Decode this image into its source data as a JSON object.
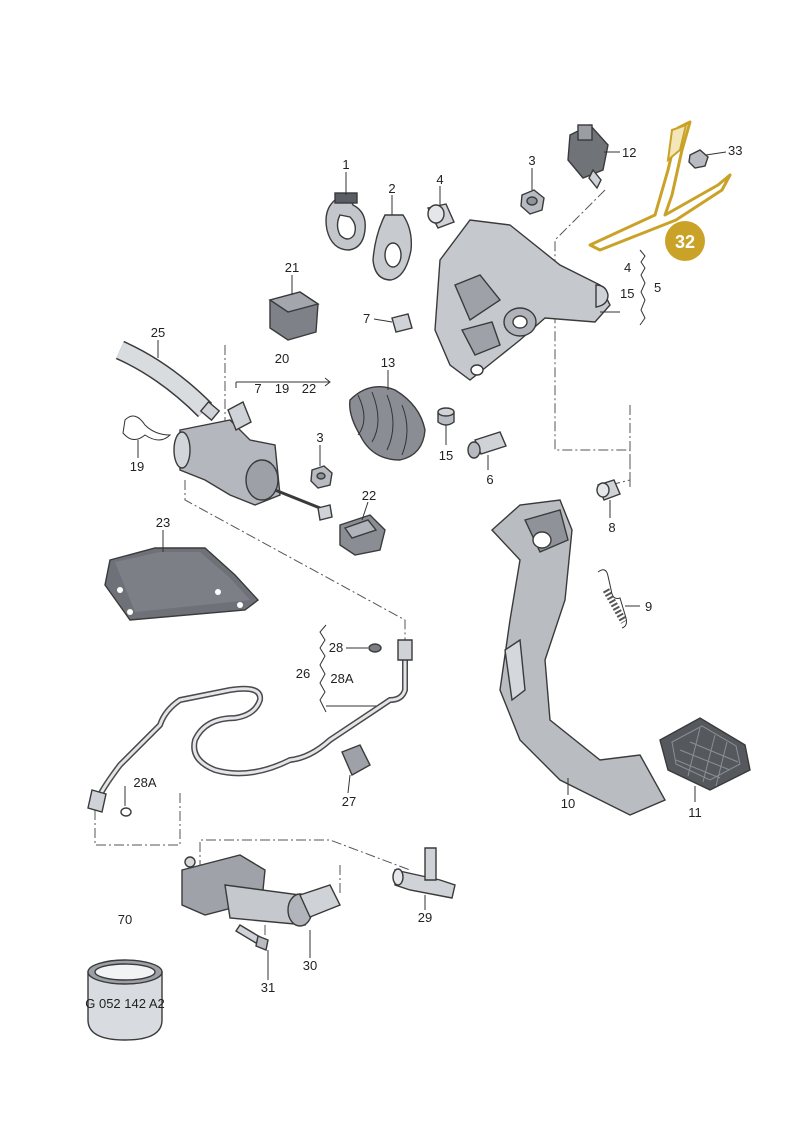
{
  "diagram": {
    "highlight_color": "#c9a227",
    "highlight_badge_text": "32",
    "callouts": {
      "c1": "1",
      "c2": "2",
      "c3a": "3",
      "c3b": "3",
      "c4a": "4",
      "c4b": "4",
      "c5": "5",
      "c6": "6",
      "c7a": "7",
      "c7b": "7",
      "c8": "8",
      "c9": "9",
      "c10": "10",
      "c11": "11",
      "c12": "12",
      "c13": "13",
      "c15a": "15",
      "c15b": "15",
      "c19a": "19",
      "c19b": "19",
      "c20": "20",
      "c21": "21",
      "c22a": "22",
      "c22b": "22",
      "c23": "23",
      "c25": "25",
      "c26": "26",
      "c27": "27",
      "c28": "28",
      "c28Aa": "28A",
      "c28Ab": "28A",
      "c29": "29",
      "c30": "30",
      "c31": "31",
      "c33": "33",
      "c70": "70"
    },
    "part_70_marking": "G 052 142 A2"
  }
}
